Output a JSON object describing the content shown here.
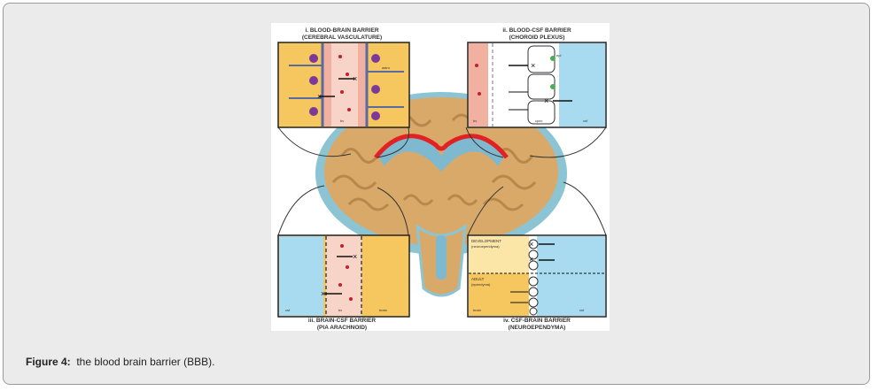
{
  "figure": {
    "panel_i_title": "i. BLOOD-BRAIN BARRIER",
    "panel_i_subtitle": "(CEREBRAL VASCULATURE)",
    "panel_ii_title": "ii. BLOOD-CSF BARRIER",
    "panel_ii_subtitle": "(CHOROID PLEXUS)",
    "panel_iii_title": "iii. BRAIN-CSF BARRIER",
    "panel_iii_subtitle": "(PIA ARACHNOID)",
    "panel_iv_title": "iv. CSF-BRAIN BARRIER",
    "panel_iv_subtitle": "(NEUROEPENDYMA)",
    "label_astro": "astro",
    "label_bv": "bv",
    "label_epi": "epi",
    "label_cpec": "cpec",
    "label_csf": "csf",
    "label_brain": "brain",
    "label_development": "DEVELOPMENT",
    "label_neuroependyma": "(neuroependyma)",
    "label_adult": "ADULT",
    "label_ependyma": "(ependyma)"
  },
  "caption": {
    "label": "Figure 4:",
    "text": "the blood brain barrier (BBB)."
  }
}
